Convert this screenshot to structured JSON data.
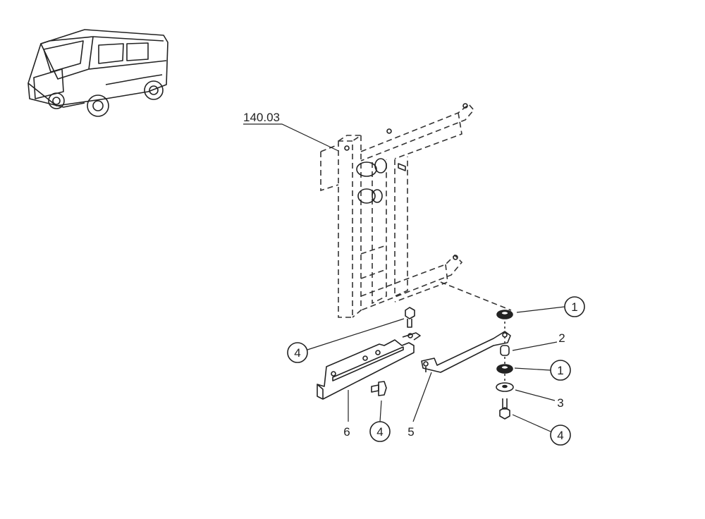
{
  "diagram": {
    "reference_label": "140.03",
    "callouts": [
      {
        "id": "callout-1-top",
        "text": "1",
        "circled": true
      },
      {
        "id": "callout-2",
        "text": "2",
        "circled": false
      },
      {
        "id": "callout-1-bottom",
        "text": "1",
        "circled": true
      },
      {
        "id": "callout-3",
        "text": "3",
        "circled": false
      },
      {
        "id": "callout-4-right",
        "text": "4",
        "circled": true
      },
      {
        "id": "callout-4-left",
        "text": "4",
        "circled": true
      },
      {
        "id": "callout-4-bottom",
        "text": "4",
        "circled": true
      },
      {
        "id": "callout-6",
        "text": "6",
        "circled": false
      },
      {
        "id": "callout-5",
        "text": "5",
        "circled": false
      }
    ]
  }
}
